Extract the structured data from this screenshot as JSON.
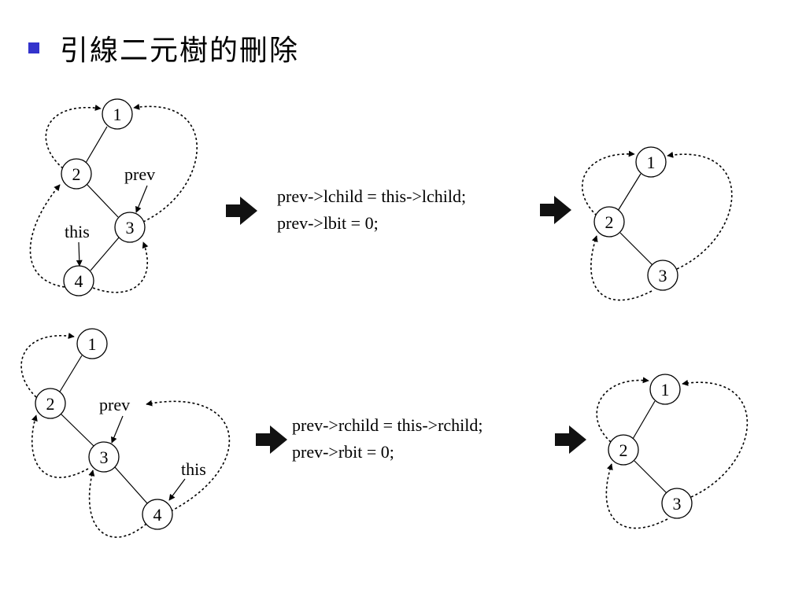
{
  "slide": {
    "title": "引線二元樹的刪除",
    "bullet_color": "#3333cc"
  },
  "labels": {
    "prev": "prev",
    "this": "this"
  },
  "case1": {
    "before": {
      "nodes": [
        "1",
        "2",
        "3",
        "4"
      ]
    },
    "code": [
      "prev->lchild = this->lchild;",
      "prev->lbit = 0;"
    ],
    "after": {
      "nodes": [
        "1",
        "2",
        "3"
      ]
    }
  },
  "case2": {
    "before": {
      "nodes": [
        "1",
        "2",
        "3",
        "4"
      ]
    },
    "code": [
      "prev->rchild = this->rchild;",
      "prev->rbit = 0;"
    ],
    "after": {
      "nodes": [
        "1",
        "2",
        "3"
      ]
    }
  }
}
